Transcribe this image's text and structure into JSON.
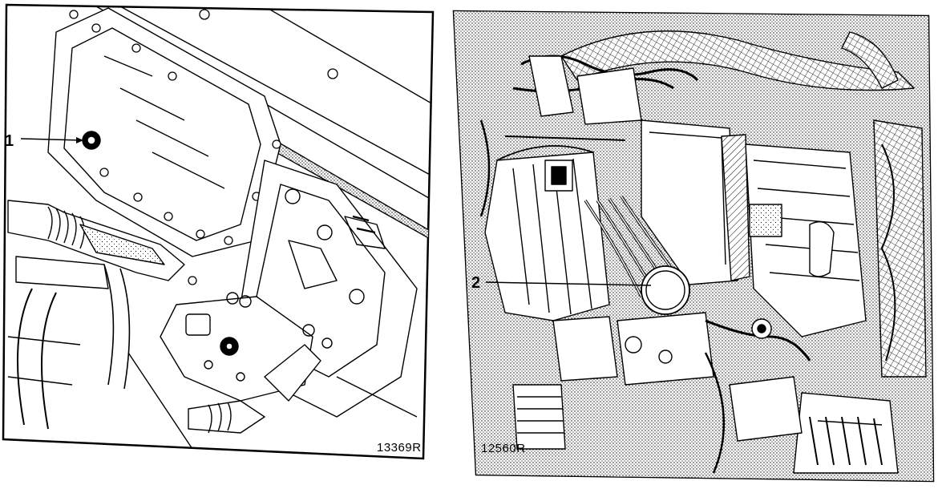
{
  "figures": [
    {
      "code": "13369R",
      "callouts": [
        {
          "number": "1"
        }
      ]
    },
    {
      "code": "12560R",
      "callouts": [
        {
          "number": "2"
        }
      ]
    }
  ]
}
